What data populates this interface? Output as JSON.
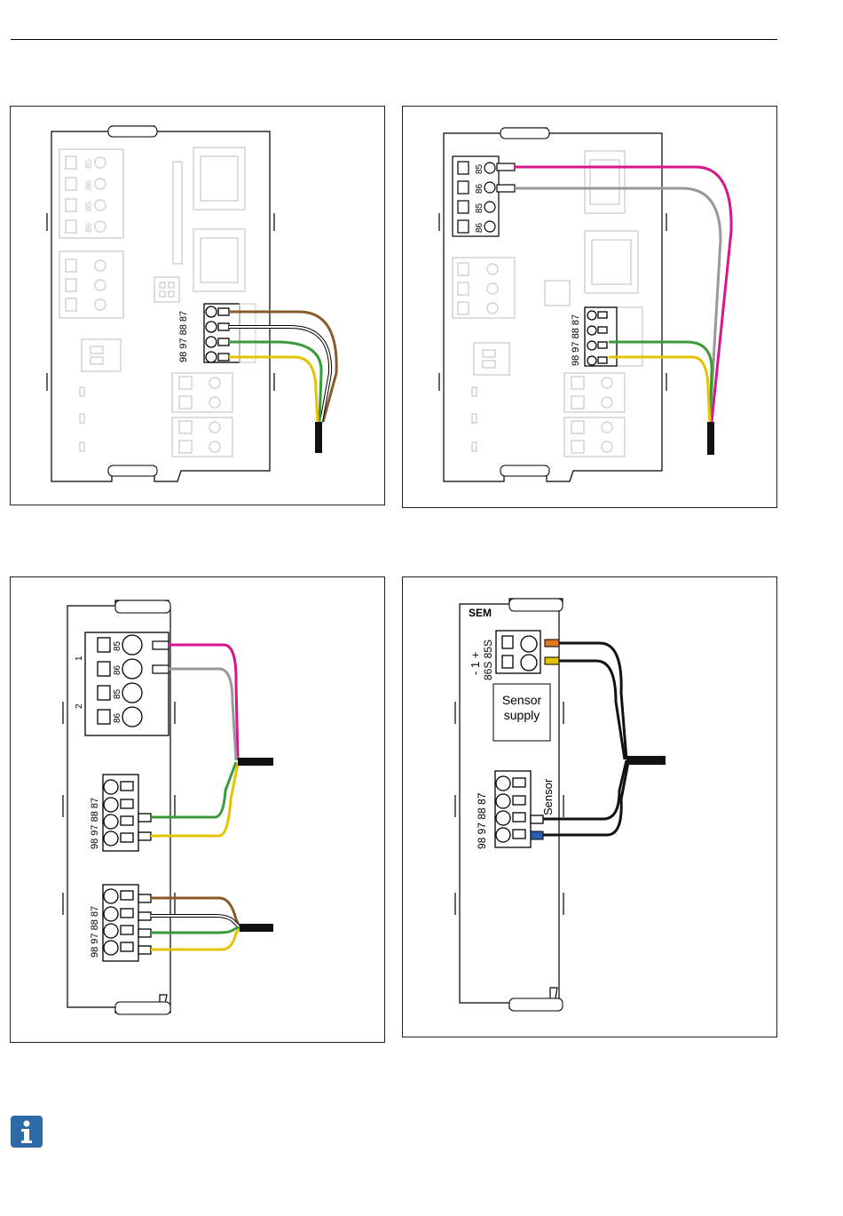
{
  "colors": {
    "brown": "#8b5a2b",
    "white": "#ffffff",
    "green": "#3a9a3a",
    "yellow": "#e5c300",
    "magenta": "#d6168a",
    "grey": "#999999",
    "black": "#111111",
    "orange": "#e07a20",
    "blue": "#2b5fb0",
    "faded": "#c8c8c8",
    "info_icon": "#2f6aa8"
  },
  "icon": "info-icon",
  "panel1": {
    "upper_terminals": [
      "85",
      "86",
      "85",
      "86"
    ],
    "signal_terminals": "98 97 88 87"
  },
  "panel2": {
    "upper_terminals": [
      "85",
      "86",
      "85",
      "86"
    ],
    "signal_terminals": "98 97 88 87"
  },
  "panel3": {
    "group_labels": [
      "1",
      "2"
    ],
    "power_terminals": [
      "85",
      "86",
      "85",
      "86"
    ],
    "signal_terminals": "98 97 88 87"
  },
  "panel4": {
    "module": "SEM",
    "supply_terminals": "86S 85S",
    "supply_polarity": "- 1 +",
    "sensor_supply_line1": "Sensor",
    "sensor_supply_line2": "supply",
    "signal_terminals": "98 97 88 87",
    "sensor_label": "Sensor"
  }
}
